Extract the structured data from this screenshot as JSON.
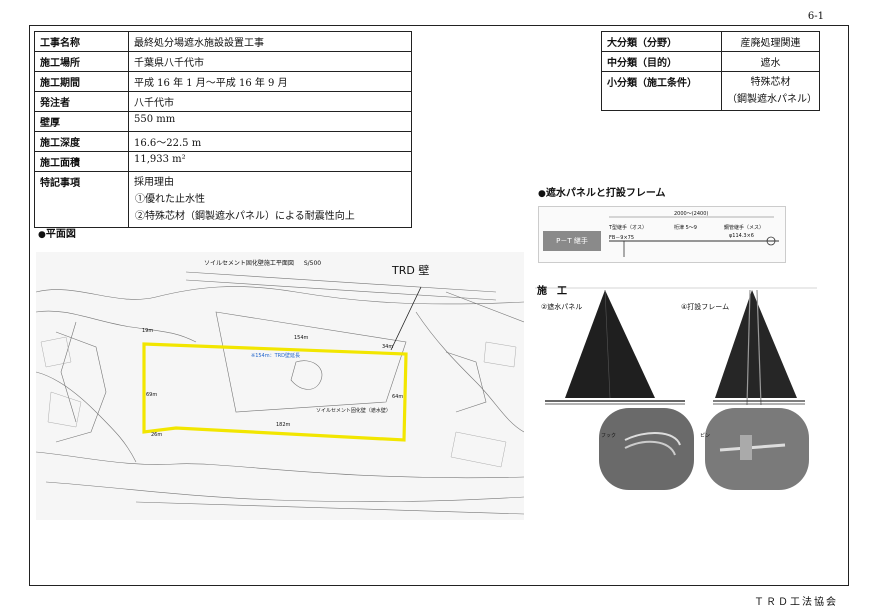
{
  "page_number": "6-1",
  "footer": "ＴＲＤ工法協会",
  "info_rows": [
    {
      "label": "工事名称",
      "value": "最終処分場遮水施設設置工事"
    },
    {
      "label": "施工場所",
      "value": "千葉県八千代市"
    },
    {
      "label": "施工期間",
      "value": "平成 16 年 1 月～平成 16 年 9 月"
    },
    {
      "label": "発注者",
      "value": "八千代市"
    },
    {
      "label": "壁厚",
      "value": "550 mm"
    },
    {
      "label": "施工深度",
      "value": "16.6～22.5 m"
    },
    {
      "label": "施工面積",
      "value": "11,933 m²"
    }
  ],
  "special": {
    "label": "特記事項",
    "lines": [
      "採用理由",
      "①優れた止水性",
      "②特殊芯材（鋼製遮水パネル）による耐震性向上"
    ]
  },
  "classification": [
    {
      "label": "大分類（分野）",
      "value": "産廃処理関連"
    },
    {
      "label": "中分類（目的）",
      "value": "遮水"
    },
    {
      "label": "小分類（施工条件）",
      "value": "特殊芯材",
      "value2": "（鋼製遮水パネル）"
    }
  ],
  "sections": {
    "plan_title": "平面図",
    "panel_title": "遮水パネルと打設フレーム",
    "bullet": "●"
  },
  "plan": {
    "drawing_title": "ソイルセメント固化壁施工平面図",
    "scale": "S/500",
    "trd_label": "TRD 壁",
    "lengths": [
      "19m",
      "154m",
      "34m",
      "69m",
      "64m",
      "26m",
      "182m"
    ],
    "note": "※154m：TRD壁延長",
    "wall_label": "ソイルセメント固化壁（遮水壁）",
    "highlight_color": "#f2e600"
  },
  "profile": {
    "pt_label": "P－T 継手",
    "dim_top": "2000～(2400)",
    "labels": [
      "T型継手（オス）",
      "桁津 5～9",
      "FB－9×75",
      "鋼管継手（メス）",
      "φ114.3×6"
    ]
  },
  "construct": {
    "title": "施　工",
    "panel_label": "②遮水パネル",
    "frame_label": "④打設フレーム",
    "hook_label": "フック",
    "pin_label": "ピン"
  }
}
